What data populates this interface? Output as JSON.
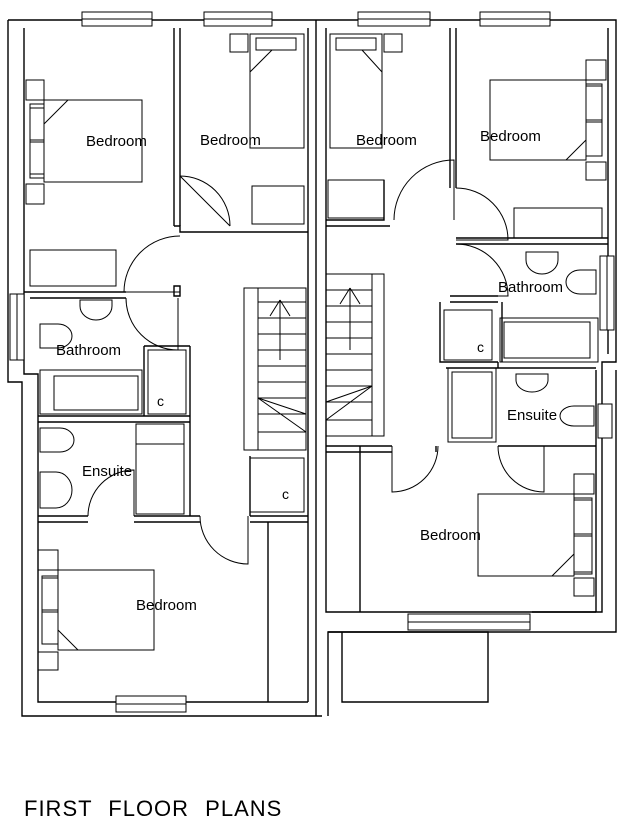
{
  "plan_title": "FIRST FLOOR PLANS",
  "labels": {
    "bedroom": "Bedroom",
    "bathroom": "Bathroom",
    "ensuite": "Ensuite",
    "cupboard": "c"
  }
}
